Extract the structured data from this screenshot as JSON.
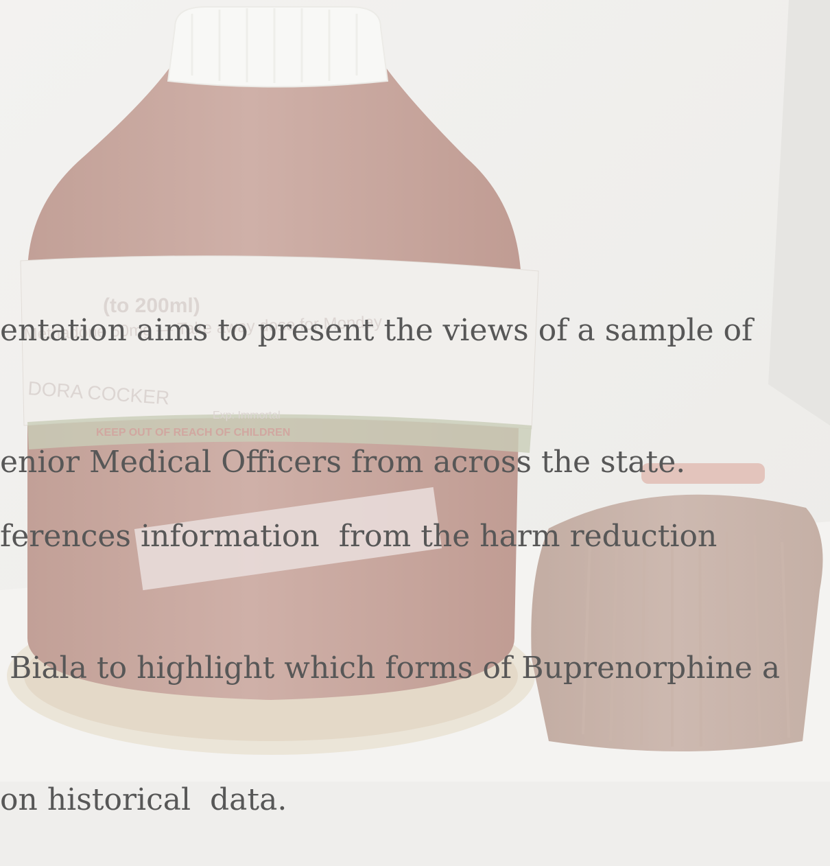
{
  "slide": {
    "paragraphs": [
      {
        "lines": [
          "entation aims to present the views of a sample of",
          "enior Medical Officers from across the state."
        ]
      },
      {
        "lines": [
          "ferences information  from the harm reduction",
          " Biala to highlight which forms of Buprenorphine a",
          "on historical  data."
        ]
      }
    ]
  },
  "background": {
    "bottle_label": {
      "lines": [
        "(to 200ml)",
        "Methadone 50mg — Take away dose for Monday",
        "DORA COCKER",
        "Exp: Immortal",
        "KEEP OUT OF REACH OF CHILDREN"
      ]
    },
    "colors": {
      "page": "#efeeec",
      "text": "#575757",
      "bottle": "#c9aaa2",
      "jar": "#c7b3a9",
      "cap": "#f7f7f5"
    }
  }
}
